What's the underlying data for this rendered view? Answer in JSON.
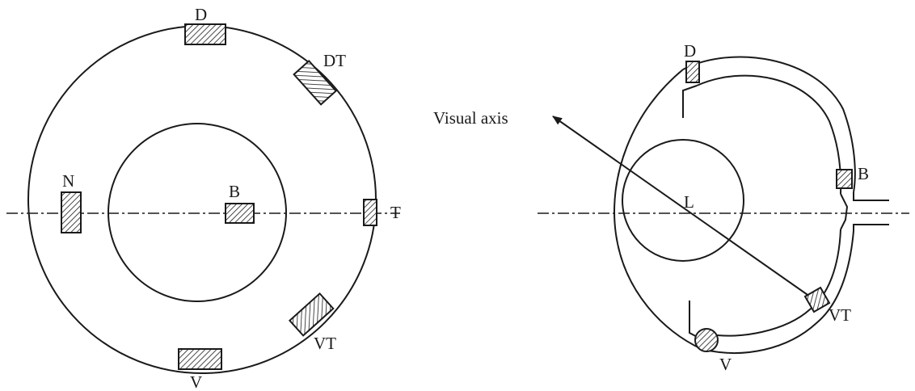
{
  "left_view": {
    "labels": {
      "d": "D",
      "dt": "DT",
      "n": "N",
      "b": "B",
      "t": "T",
      "vt": "VT",
      "v": "V"
    }
  },
  "right_view": {
    "labels": {
      "d": "D",
      "b": "B",
      "l": "L",
      "vt": "VT",
      "v": "V"
    },
    "axis_label": "Visual axis"
  }
}
